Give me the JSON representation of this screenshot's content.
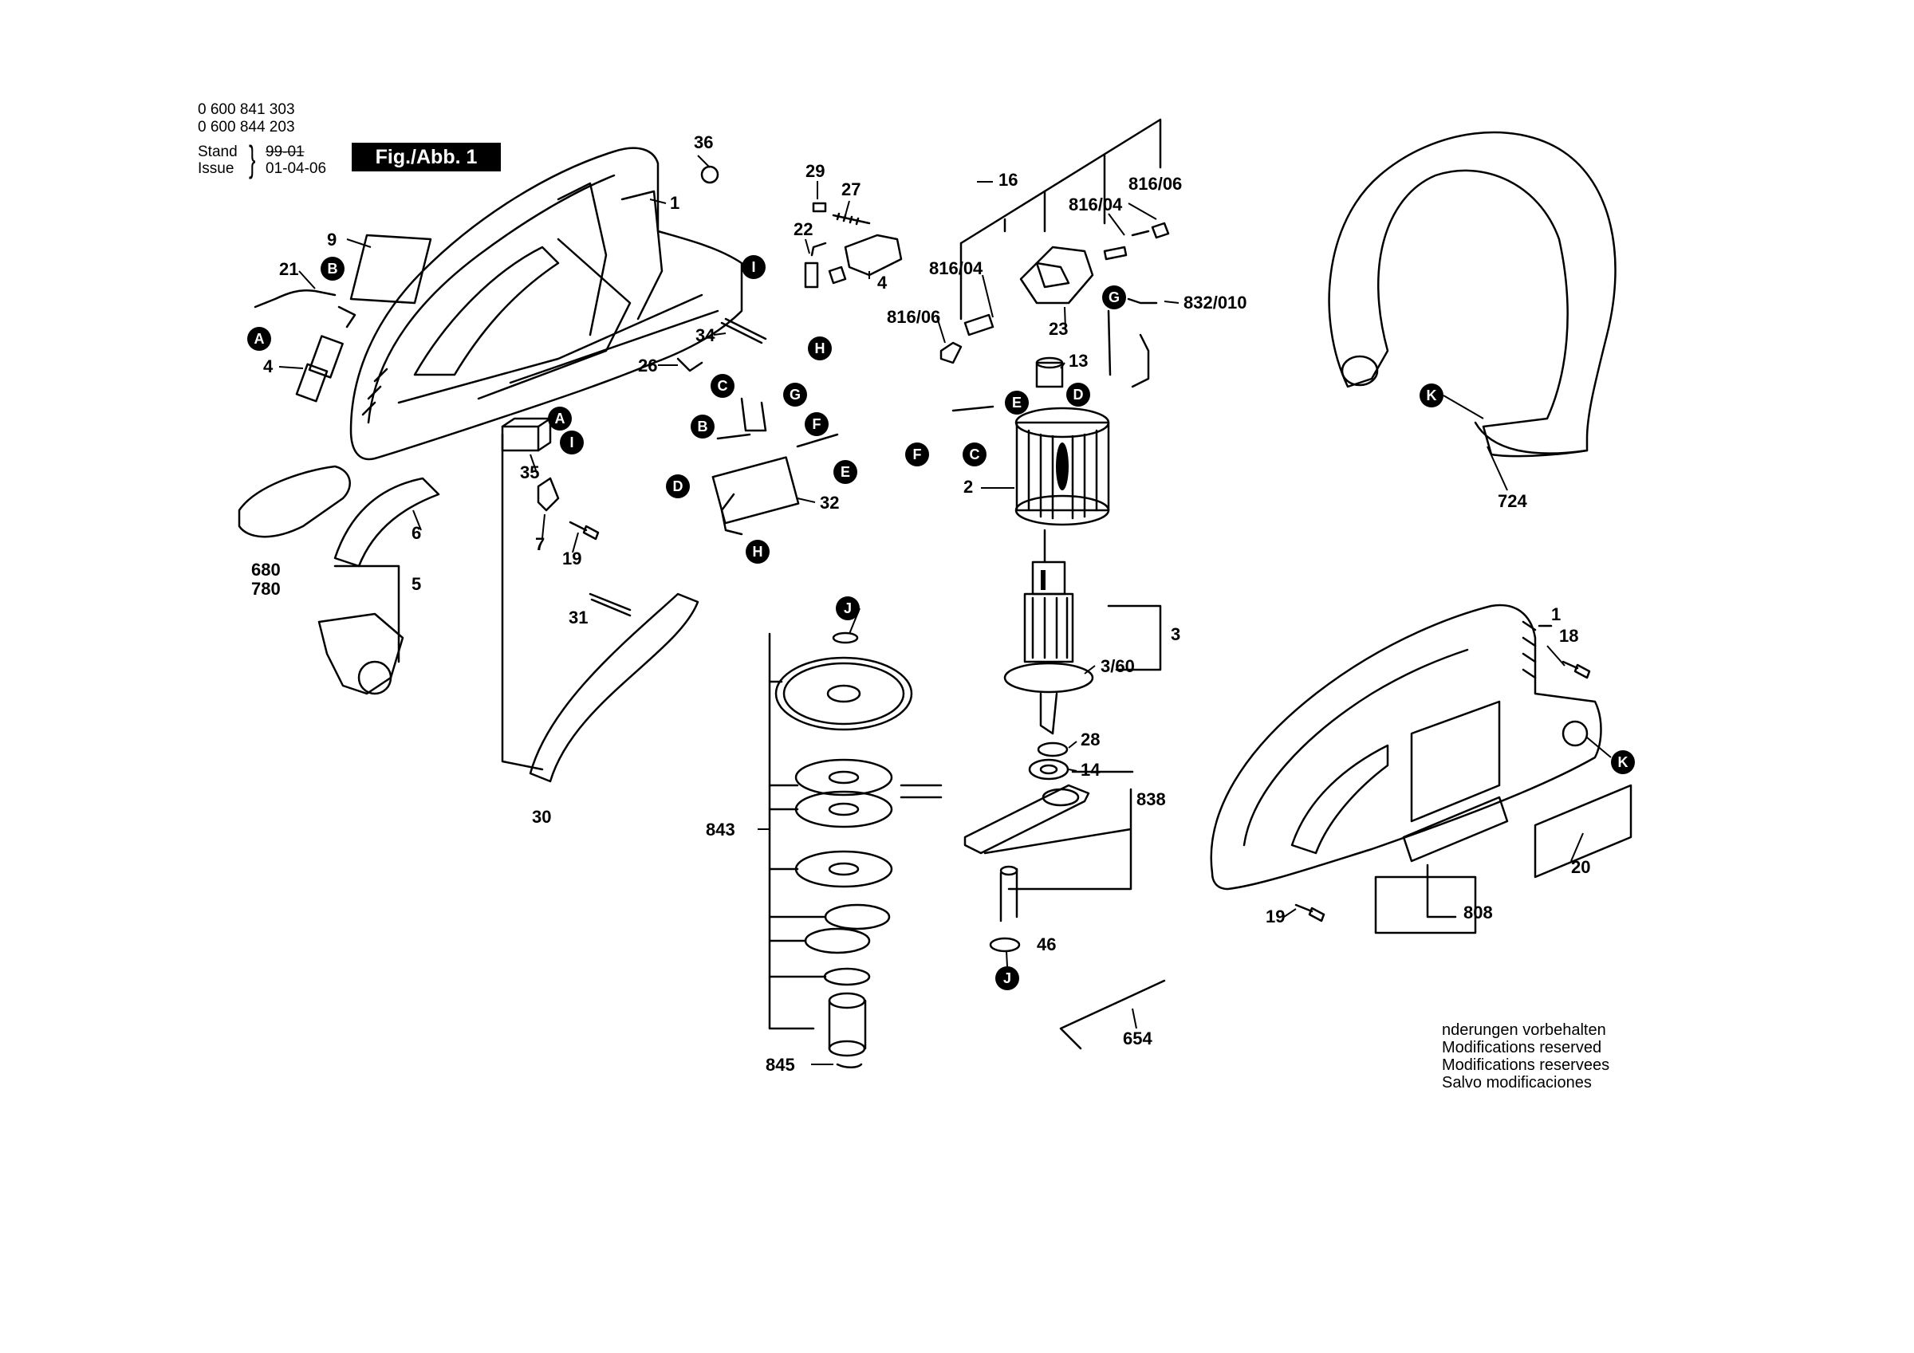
{
  "header": {
    "part_numbers": [
      "0 600 841 303",
      "0 600 844 203"
    ],
    "stand_label": "Stand",
    "issue_label": "Issue",
    "stand_value": "99-01",
    "issue_value": "01-04-06",
    "figure_label": "Fig./Abb. 1"
  },
  "notes": [
    "nderungen vorbehalten",
    "Modifications reserved",
    "Modifications reservees",
    "Salvo modificaciones"
  ],
  "callouts": [
    {
      "id": "c-36",
      "text": "36"
    },
    {
      "id": "c-1a",
      "text": "1"
    },
    {
      "id": "c-9",
      "text": "9"
    },
    {
      "id": "c-21",
      "text": "21"
    },
    {
      "id": "c-4a",
      "text": "4"
    },
    {
      "id": "c-29",
      "text": "29"
    },
    {
      "id": "c-27",
      "text": "27"
    },
    {
      "id": "c-22",
      "text": "22"
    },
    {
      "id": "c-4b",
      "text": "4"
    },
    {
      "id": "c-34",
      "text": "34"
    },
    {
      "id": "c-26",
      "text": "26"
    },
    {
      "id": "c-35",
      "text": "35"
    },
    {
      "id": "c-6",
      "text": "6"
    },
    {
      "id": "c-7",
      "text": "7"
    },
    {
      "id": "c-19a",
      "text": "19"
    },
    {
      "id": "c-32",
      "text": "32"
    },
    {
      "id": "c-680",
      "text": "680"
    },
    {
      "id": "c-780",
      "text": "780"
    },
    {
      "id": "c-5",
      "text": "5"
    },
    {
      "id": "c-31",
      "text": "31"
    },
    {
      "id": "c-30",
      "text": "30"
    },
    {
      "id": "c-16",
      "text": "16"
    },
    {
      "id": "c-816-06a",
      "text": "816/06"
    },
    {
      "id": "c-816-04a",
      "text": "816/04"
    },
    {
      "id": "c-816-04b",
      "text": "816/04"
    },
    {
      "id": "c-816-06b",
      "text": "816/06"
    },
    {
      "id": "c-832-010",
      "text": "832/010"
    },
    {
      "id": "c-23",
      "text": "23"
    },
    {
      "id": "c-13",
      "text": "13"
    },
    {
      "id": "c-2",
      "text": "2"
    },
    {
      "id": "c-3",
      "text": "3"
    },
    {
      "id": "c-3-60",
      "text": "3/60"
    },
    {
      "id": "c-28",
      "text": "28"
    },
    {
      "id": "c-14",
      "text": "14"
    },
    {
      "id": "c-838",
      "text": "838"
    },
    {
      "id": "c-46",
      "text": "46"
    },
    {
      "id": "c-843",
      "text": "843"
    },
    {
      "id": "c-845",
      "text": "845"
    },
    {
      "id": "c-654",
      "text": "654"
    },
    {
      "id": "c-724",
      "text": "724"
    },
    {
      "id": "c-1b",
      "text": "1"
    },
    {
      "id": "c-18",
      "text": "18"
    },
    {
      "id": "c-20",
      "text": "20"
    },
    {
      "id": "c-808",
      "text": "808"
    },
    {
      "id": "c-19b",
      "text": "19"
    }
  ],
  "markers": [
    {
      "id": "m-B1",
      "text": "B"
    },
    {
      "id": "m-A1",
      "text": "A"
    },
    {
      "id": "m-I1",
      "text": "I"
    },
    {
      "id": "m-H1",
      "text": "H"
    },
    {
      "id": "m-A2",
      "text": "A"
    },
    {
      "id": "m-I2",
      "text": "I"
    },
    {
      "id": "m-C1",
      "text": "C"
    },
    {
      "id": "m-G1",
      "text": "G"
    },
    {
      "id": "m-B2",
      "text": "B"
    },
    {
      "id": "m-F1",
      "text": "F"
    },
    {
      "id": "m-E1",
      "text": "E"
    },
    {
      "id": "m-D1",
      "text": "D"
    },
    {
      "id": "m-H2",
      "text": "H"
    },
    {
      "id": "m-G2",
      "text": "G"
    },
    {
      "id": "m-E2",
      "text": "E"
    },
    {
      "id": "m-D2",
      "text": "D"
    },
    {
      "id": "m-F2",
      "text": "F"
    },
    {
      "id": "m-C2",
      "text": "C"
    },
    {
      "id": "m-J1",
      "text": "J"
    },
    {
      "id": "m-J2",
      "text": "J"
    },
    {
      "id": "m-K1",
      "text": "K"
    },
    {
      "id": "m-K2",
      "text": "K"
    }
  ]
}
